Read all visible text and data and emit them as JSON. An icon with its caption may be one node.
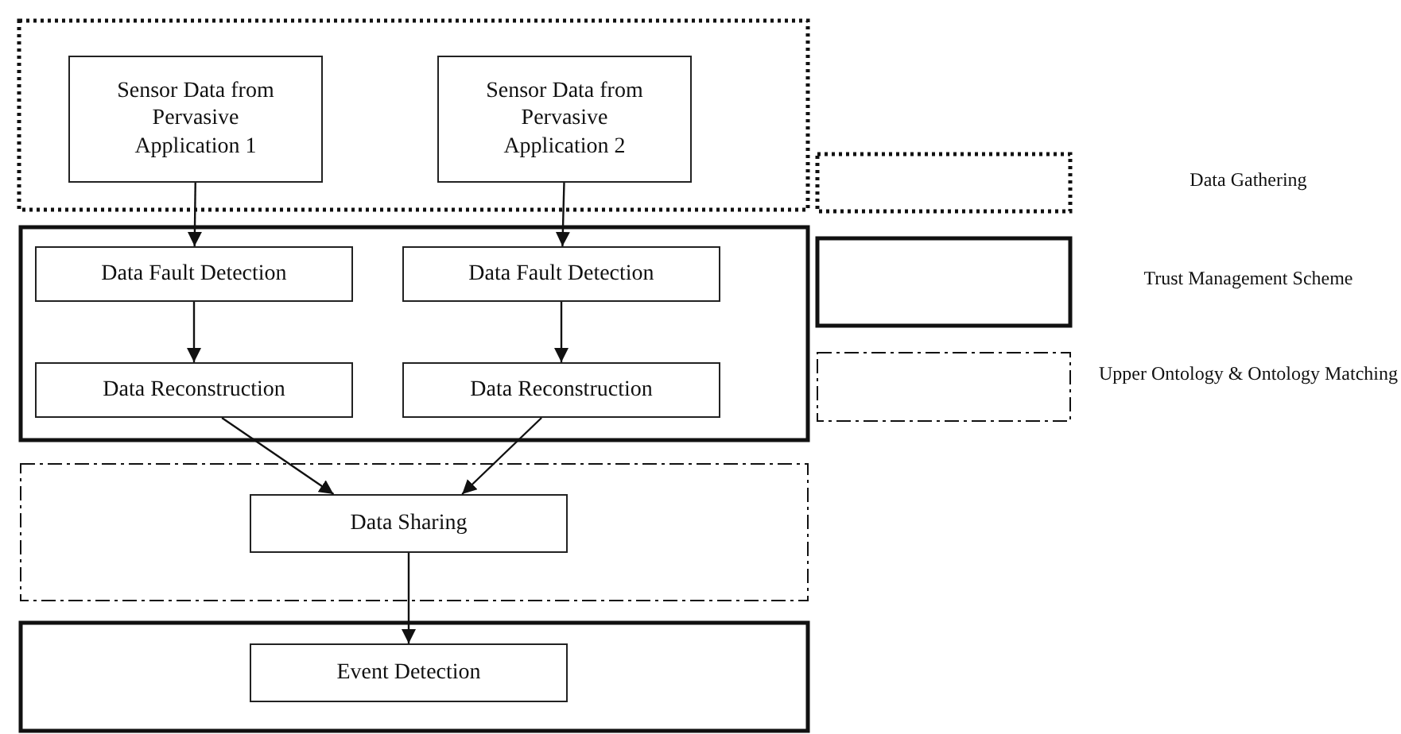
{
  "diagram": {
    "nodes": [
      {
        "text": [],
        "shape": "box"
      },
      {
        "text": [
          "Sensor Data from Pervasive Application 1"
        ],
        "in": 0
      },
      {
        "text": [
          "Sensor Data from Pervasive Application 2"
        ],
        "in": 0
      },
      {
        "text": [],
        "shape": "box"
      },
      {
        "text": [
          "Data Fault Detection"
        ],
        "in": 3
      },
      {
        "text": [
          "Data Fault Detection"
        ],
        "in": 3
      },
      {
        "text": [
          "Data Reconstruction"
        ],
        "in": 3
      },
      {
        "text": [
          "Data Reconstruction"
        ],
        "in": 3
      },
      {
        "text": [],
        "shape": "box"
      },
      {
        "text": [
          "Data Sharing"
        ],
        "in": 8
      },
      {
        "text": [],
        "shape": "box"
      },
      {
        "text": [
          "Event Detection"
        ],
        "in": 10
      }
    ],
    "edges": [
      {
        "from": 1,
        "to": 4,
        "arrow": "to"
      },
      {
        "from": 2,
        "to": 5,
        "arrow": "to"
      },
      {
        "from": 4,
        "to": 6,
        "arrow": "to"
      },
      {
        "from": 5,
        "to": 7,
        "arrow": "to"
      },
      {
        "from": 6,
        "to": 9,
        "arrow": "to"
      },
      {
        "from": 7,
        "to": 9,
        "arrow": "to"
      },
      {
        "from": 9,
        "to": 11,
        "arrow": "to"
      }
    ],
    "legend": [
      {
        "text": "Data Gathering"
      },
      {
        "text": "Trust Management Scheme"
      },
      {
        "text": "Upper Ontology & Ontology Matching"
      }
    ]
  }
}
